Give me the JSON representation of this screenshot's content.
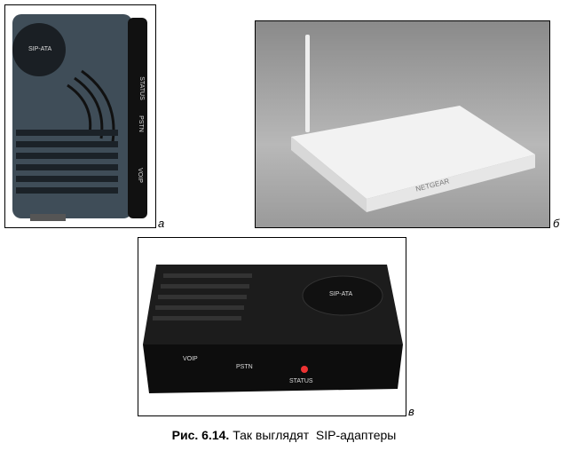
{
  "figure": {
    "caption_number": "Рис. 6.14.",
    "caption_text": "Так выглядят  SIP-адаптеры",
    "panels": [
      {
        "label": "а",
        "device_texts": [
          "SIP-ATA",
          "STATUS",
          "PSTN",
          "VOIP"
        ]
      },
      {
        "label": "б",
        "device_texts": [
          "NETGEAR"
        ]
      },
      {
        "label": "в",
        "device_texts": [
          "SIP-ATA",
          "VOIP",
          "PSTN",
          "STATUS"
        ]
      }
    ]
  }
}
